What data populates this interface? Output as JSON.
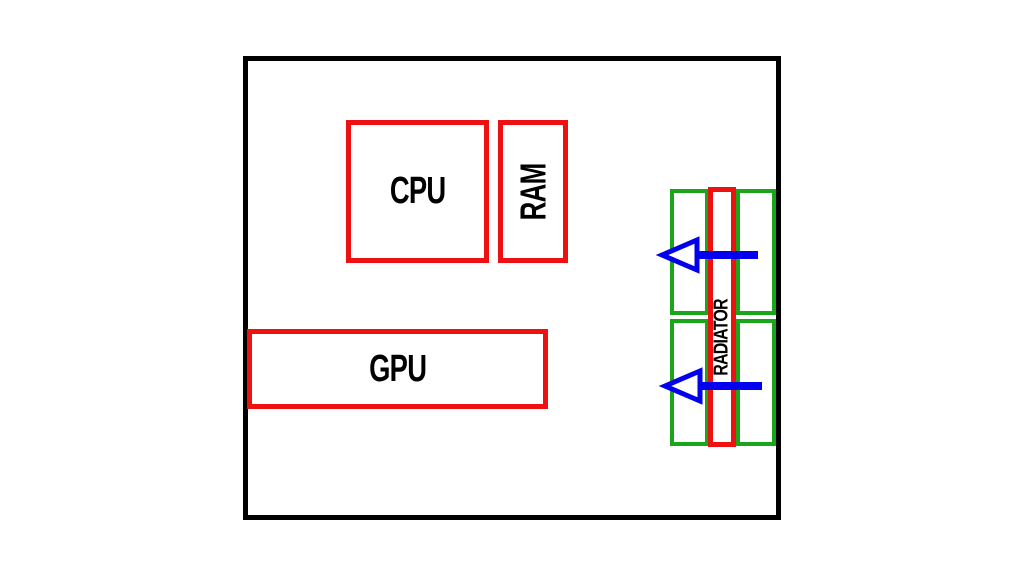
{
  "diagram": {
    "case": {
      "label": ""
    },
    "components": {
      "cpu": {
        "label": "CPU"
      },
      "ram": {
        "label": "RAM"
      },
      "gpu": {
        "label": "GPU"
      },
      "radiator": {
        "label": "RADIATOR"
      }
    },
    "fans": [
      {
        "position": "front-top"
      },
      {
        "position": "back-top"
      },
      {
        "position": "front-bottom"
      },
      {
        "position": "back-bottom"
      }
    ],
    "airflow_arrows": [
      {
        "direction": "left"
      },
      {
        "direction": "left"
      }
    ],
    "colors": {
      "case_border": "#000000",
      "component_border": "#ee1111",
      "fan_border": "#1aa61a",
      "arrow": "#0000ee"
    }
  }
}
